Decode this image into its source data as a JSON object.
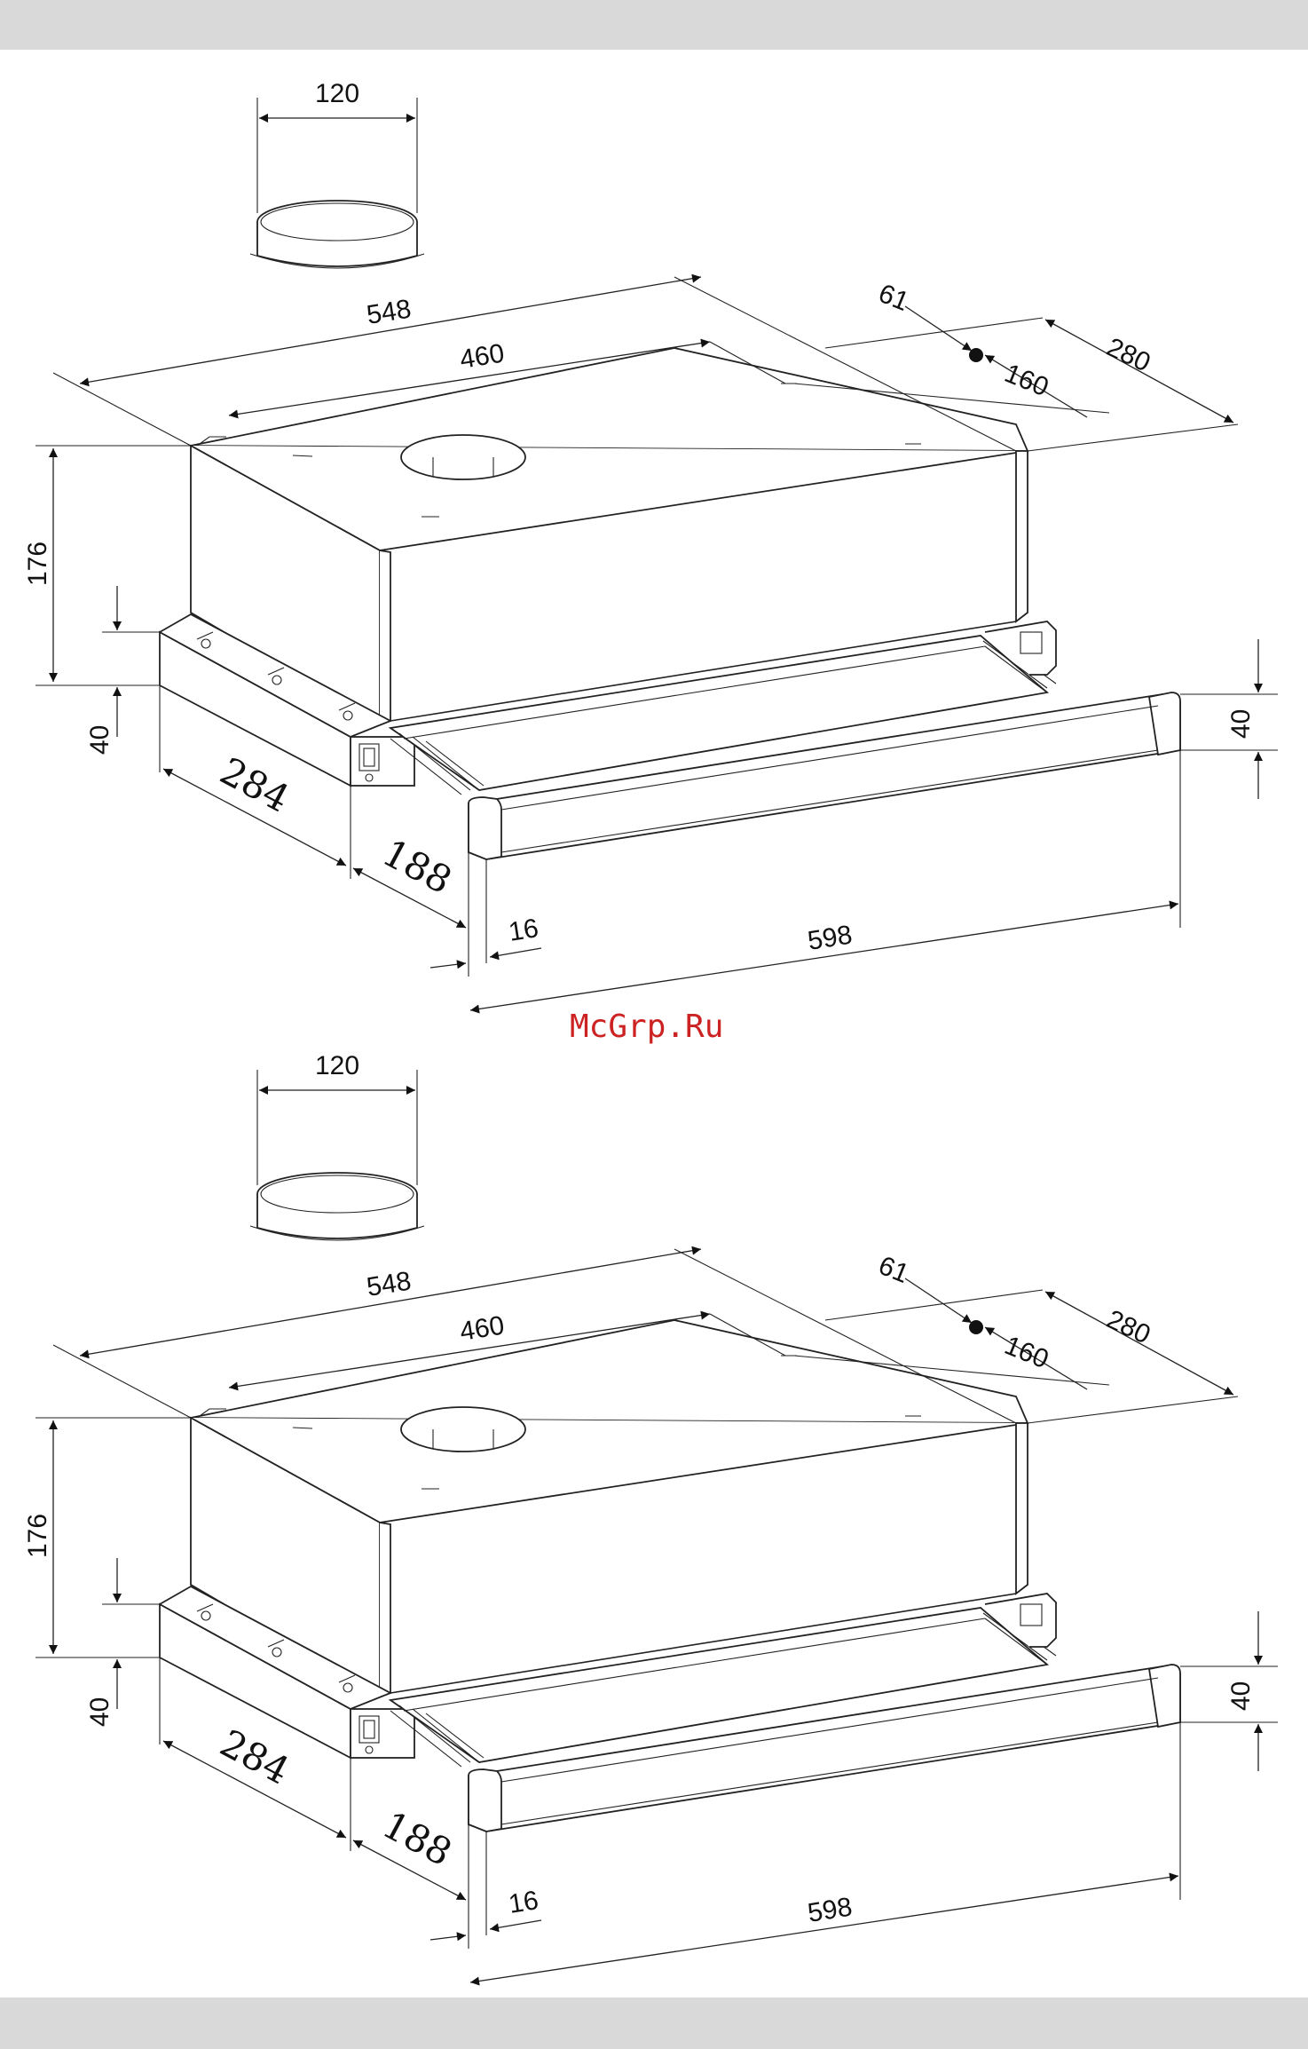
{
  "watermark": "McGrp.Ru",
  "views": [
    {
      "dims": {
        "duct": "120",
        "width_top": "548",
        "center_span": "460",
        "offset_a": "61",
        "offset_b": "160",
        "depth_right": "280",
        "height": "176",
        "front_h": "40",
        "depth_left": "284",
        "slide": "188",
        "lip": "16",
        "front_w": "598",
        "right_h": "40"
      }
    },
    {
      "dims": {
        "duct": "120",
        "width_top": "548",
        "center_span": "460",
        "offset_a": "61",
        "offset_b": "160",
        "depth_right": "280",
        "height": "176",
        "front_h": "40",
        "depth_left": "284",
        "slide": "188",
        "lip": "16",
        "front_w": "598",
        "right_h": "40"
      }
    }
  ]
}
